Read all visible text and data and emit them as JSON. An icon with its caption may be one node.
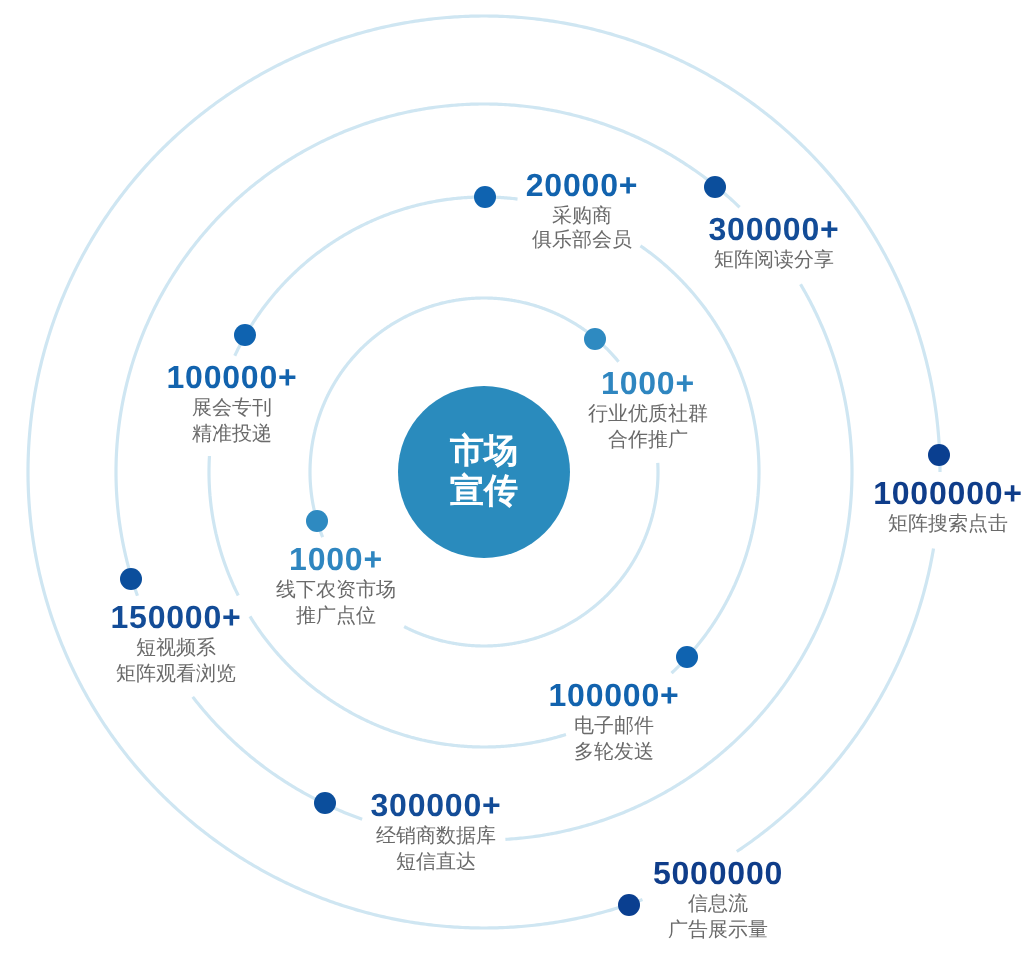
{
  "diagram": {
    "nodes": [
      {
        "text": [
          "市场宣传"
        ]
      },
      {
        "text": [],
        "shape": "circle",
        "beside": [
          "20000+",
          "采购商俱乐部会员"
        ]
      },
      {
        "text": [],
        "shape": "circle",
        "beside": [
          "300000+",
          "矩阵阅读分享"
        ]
      },
      {
        "text": [],
        "shape": "circle",
        "beside": [
          "100000+",
          "展会专刊精准投递"
        ]
      },
      {
        "text": [],
        "shape": "circle",
        "beside": [
          "1000+",
          "行业优质社群合作推广"
        ]
      },
      {
        "text": [],
        "shape": "circle",
        "beside": [
          "1000000+",
          "矩阵搜索点击"
        ]
      },
      {
        "text": [],
        "shape": "circle",
        "beside": [
          "1000+",
          "线下农资市场推广点位"
        ]
      },
      {
        "text": [],
        "shape": "circle",
        "beside": [
          "150000+",
          "短视频系矩阵观看浏览"
        ]
      },
      {
        "text": [],
        "shape": "circle",
        "beside": [
          "100000+",
          "电子邮件多轮发送"
        ]
      },
      {
        "text": [],
        "shape": "circle",
        "beside": [
          "300000+",
          "经销商数据库短信直达"
        ]
      },
      {
        "text": [],
        "shape": "circle",
        "beside": [
          "5000000",
          "信息流广告展示量"
        ]
      }
    ]
  }
}
